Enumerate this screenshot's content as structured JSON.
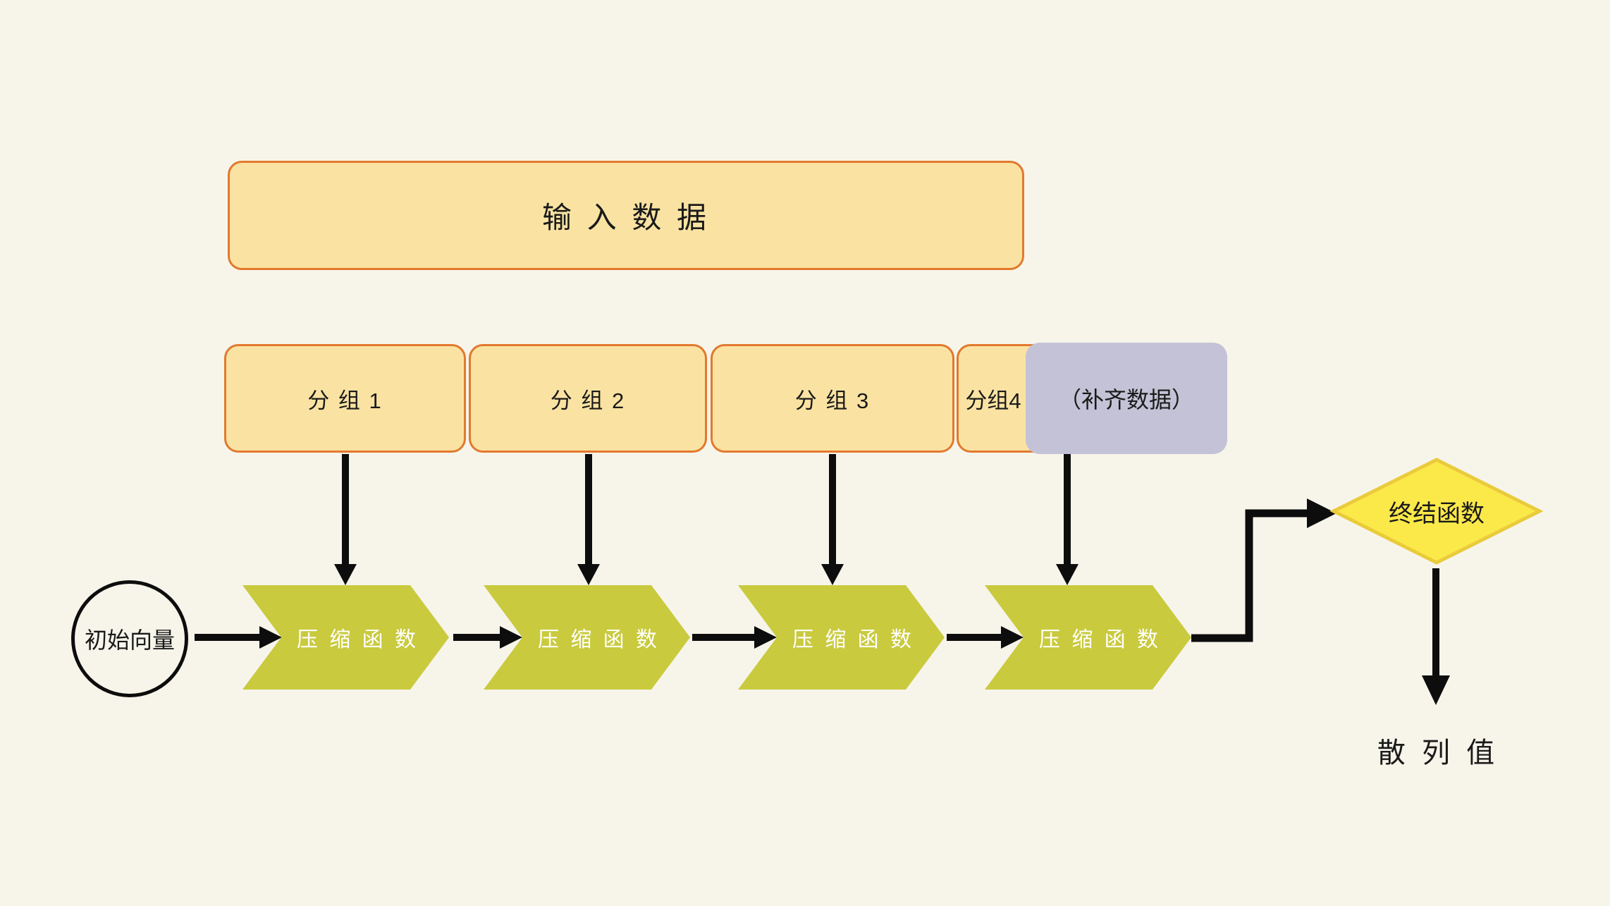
{
  "colors": {
    "background": "#F7F5EA",
    "block_fill": "#FAE3A2",
    "block_border": "#E2792E",
    "padding_fill": "#C3C2D6",
    "chevron_fill": "#C9CA3E",
    "chevron_text": "#FFFFFF",
    "diamond_fill": "#FBE94A",
    "diamond_border": "#EACB3B",
    "ink": "#0D0D0D",
    "text": "#1A1A1A"
  },
  "nodes": {
    "input": {
      "label": "输 入 数 据"
    },
    "groups": [
      {
        "label": "分 组 1"
      },
      {
        "label": "分 组 2"
      },
      {
        "label": "分 组 3"
      },
      {
        "label": "分组4"
      }
    ],
    "padding": {
      "label": "（补齐数据）"
    },
    "initial_vector": {
      "label": "初始向量"
    },
    "compression": [
      {
        "label": "压 缩 函 数"
      },
      {
        "label": "压 缩 函 数"
      },
      {
        "label": "压 缩 函 数"
      },
      {
        "label": "压 缩 函 数"
      }
    ],
    "final_function": {
      "label": "终结函数"
    },
    "hash_value": {
      "label": "散 列 值"
    }
  }
}
